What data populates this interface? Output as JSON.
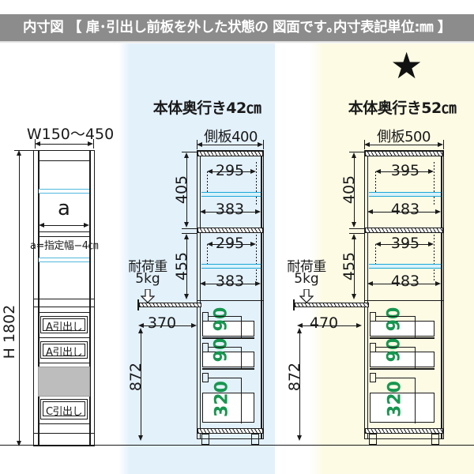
{
  "header": {
    "title": "内寸図 【 扉･引出し前板を外した状態の  図面です｡内寸表記単位:㎜ 】",
    "bar_color": "#8c8c8c"
  },
  "marker": {
    "star_glyph": "★"
  },
  "colors": {
    "panel_mid_bg": "#e3f1fb",
    "panel_right_bg": "#fdfbe4",
    "shelf_accent": "#1ba7d8",
    "dimension_green": "#17964f",
    "line": "#1a1a1a"
  },
  "left_panel": {
    "width_label": "W150〜450",
    "inner_width_label": "a",
    "formula": "a=指定幅−4㎝",
    "height_label": "H 1802",
    "drawers": [
      {
        "label": "A引出し"
      },
      {
        "label": "A引出し"
      },
      {
        "label": ""
      },
      {
        "label": "C引出し"
      }
    ]
  },
  "mid_panel": {
    "title": "本体奥行き42㎝",
    "side_board": "側板400",
    "shelf_heights": [
      "405",
      "455"
    ],
    "shelf_depths": [
      "295",
      "295"
    ],
    "inner_depths": [
      "383",
      "383"
    ],
    "load_label_1": "耐荷重",
    "load_label_2": "5kg",
    "rail_depth": "370",
    "lower_height": "872",
    "drawer_depths": [
      "90",
      "90",
      "320"
    ]
  },
  "right_panel": {
    "title": "本体奥行き52㎝",
    "side_board": "側板500",
    "shelf_heights": [
      "405",
      "455"
    ],
    "shelf_depths": [
      "395",
      "395"
    ],
    "inner_depths": [
      "483",
      "483"
    ],
    "load_label_1": "耐荷重",
    "load_label_2": "5kg",
    "rail_depth": "470",
    "lower_height": "872",
    "drawer_depths": [
      "90",
      "90",
      "320"
    ]
  }
}
